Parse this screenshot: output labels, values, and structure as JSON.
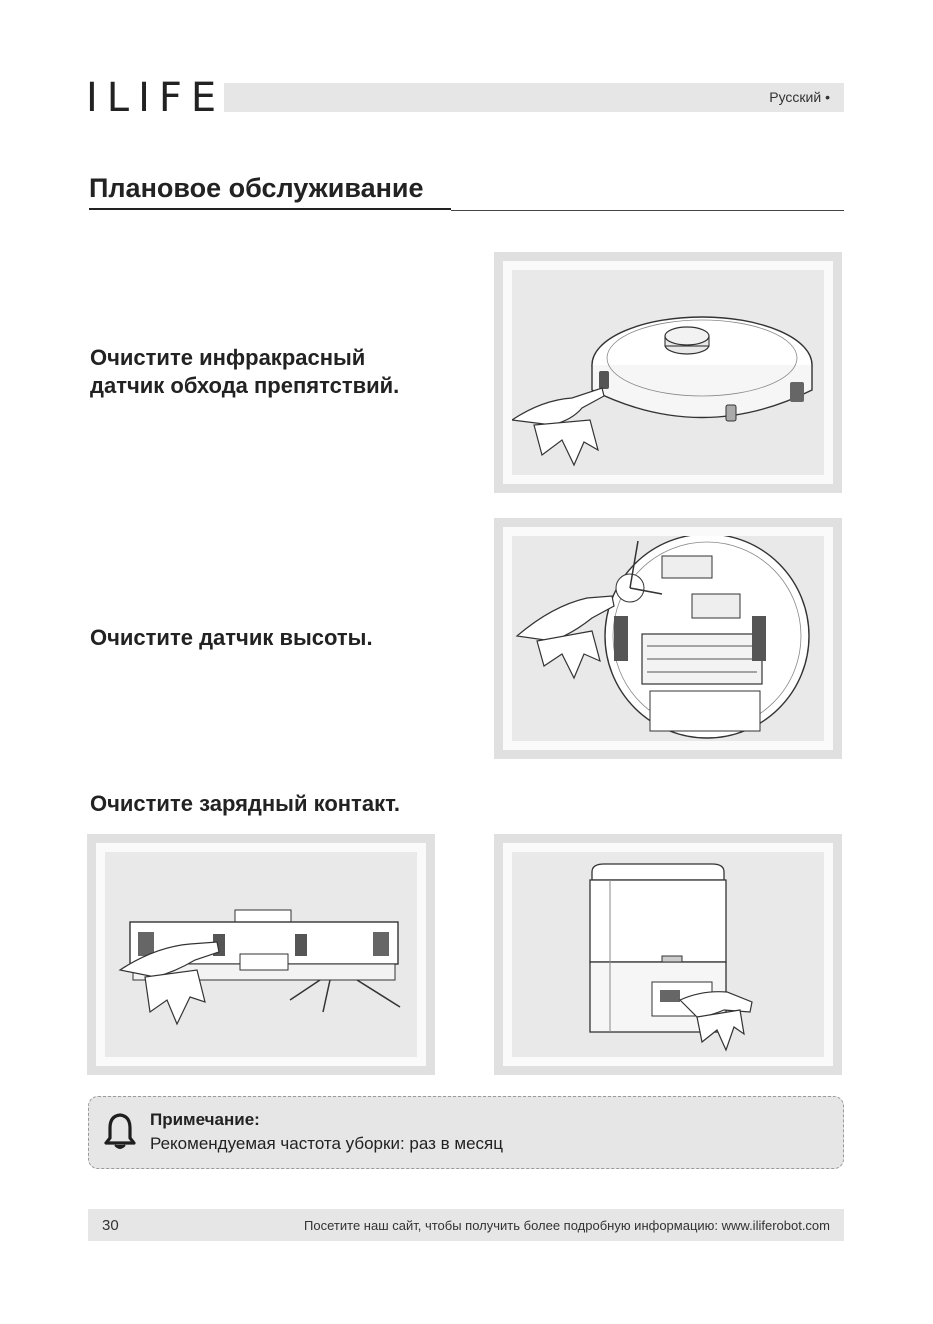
{
  "header": {
    "logo": "ILIFE",
    "language": "Русский •"
  },
  "title": "Плановое обслуживание",
  "steps": [
    {
      "line1": "Очистите инфракрасный",
      "line2": "датчик обхода препятствий."
    },
    {
      "line1": "Очистите датчик высоты."
    },
    {
      "line1": "Очистите зарядный контакт."
    }
  ],
  "icons": {
    "note": "bell-icon"
  },
  "note": {
    "title": "Примечание:",
    "text": "Рекомендуемая частота уборки: раз в месяц"
  },
  "footer": {
    "page_number": "30",
    "text": "Посетите наш сайт, чтобы получить более подробную информацию: www.iliferobot.com"
  },
  "colors": {
    "band": "#e6e6e6",
    "frame": "#e0e0e0",
    "text": "#222222"
  }
}
